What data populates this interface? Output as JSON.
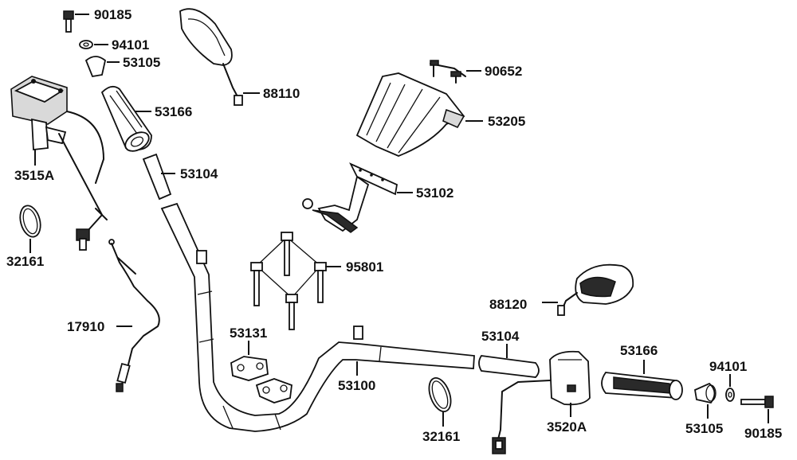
{
  "labels": {
    "p90185_top": "90185",
    "p94101_top": "94101",
    "p53105_top": "53105",
    "p88110": "88110",
    "p53166_top": "53166",
    "p3515A": "3515A",
    "p53104_top": "53104",
    "p32161_left": "32161",
    "p17910": "17910",
    "p90652": "90652",
    "p53205": "53205",
    "p53102": "53102",
    "p95801": "95801",
    "p53131": "53131",
    "p53100": "53100",
    "p88120": "88120",
    "p53104_right": "53104",
    "p53166_right": "53166",
    "p94101_right": "94101",
    "p32161_bottom": "32161",
    "p3520A": "3520A",
    "p53105_right": "53105",
    "p90185_right": "90185"
  }
}
